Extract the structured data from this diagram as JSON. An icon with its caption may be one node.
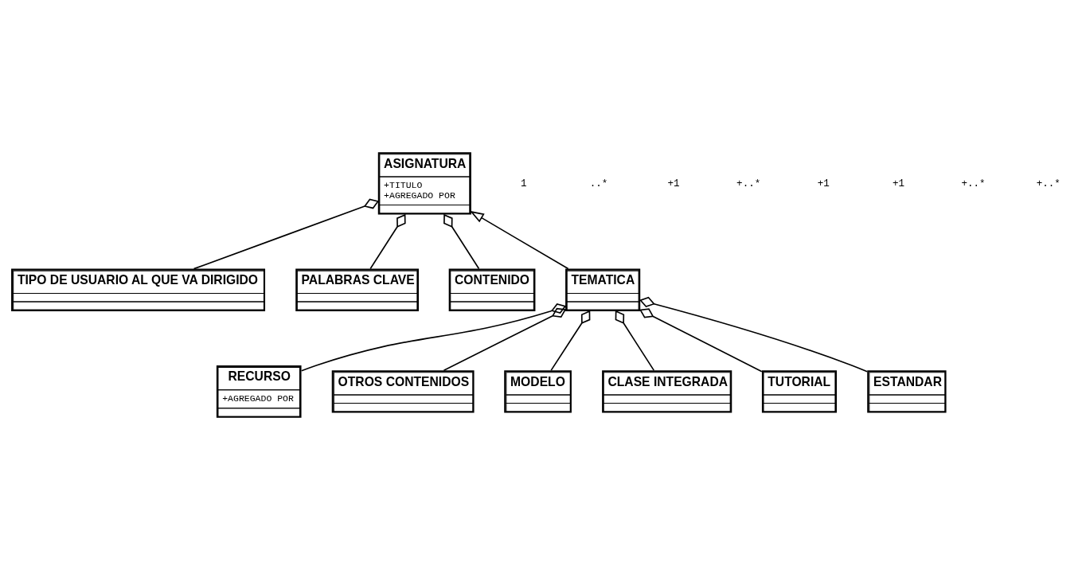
{
  "diagram": {
    "nodes": [
      {
        "text": [
          "ASIGNATURA",
          "+TITULO",
          "+AGREGADO POR"
        ]
      },
      {
        "text": [
          "TIPO DE USUARIO AL QUE VA DIRIGIDO"
        ]
      },
      {
        "text": [
          "PALABRAS CLAVE"
        ]
      },
      {
        "text": [
          "CONTENIDO"
        ]
      },
      {
        "text": [
          "TEMATICA"
        ]
      },
      {
        "text": [
          "RECURSO",
          "+AGREGADO POR"
        ]
      },
      {
        "text": [
          "OTROS CONTENIDOS"
        ]
      },
      {
        "text": [
          "MODELO"
        ]
      },
      {
        "text": [
          "CLASE INTEGRADA"
        ]
      },
      {
        "text": [
          "TUTORIAL"
        ]
      },
      {
        "text": [
          "ESTANDAR"
        ]
      }
    ],
    "edges": [
      {
        "from": 0,
        "to": 1,
        "arrow": "other"
      },
      {
        "from": 0,
        "to": 2,
        "arrow": "other"
      },
      {
        "from": 0,
        "to": 3,
        "arrow": "other"
      },
      {
        "from": 4,
        "to": 0,
        "arrow": "to"
      },
      {
        "from": 4,
        "to": 5,
        "arrow": "other"
      },
      {
        "from": 4,
        "to": 6,
        "arrow": "other"
      },
      {
        "from": 4,
        "to": 7,
        "arrow": "other"
      },
      {
        "from": 4,
        "to": 8,
        "arrow": "other"
      },
      {
        "from": 4,
        "to": 9,
        "arrow": "other"
      },
      {
        "from": 4,
        "to": 10,
        "arrow": "other"
      }
    ],
    "labels": [
      "1",
      "..*",
      "+1",
      "+..*",
      "+1",
      "+1",
      "+..*",
      "+..*"
    ]
  }
}
